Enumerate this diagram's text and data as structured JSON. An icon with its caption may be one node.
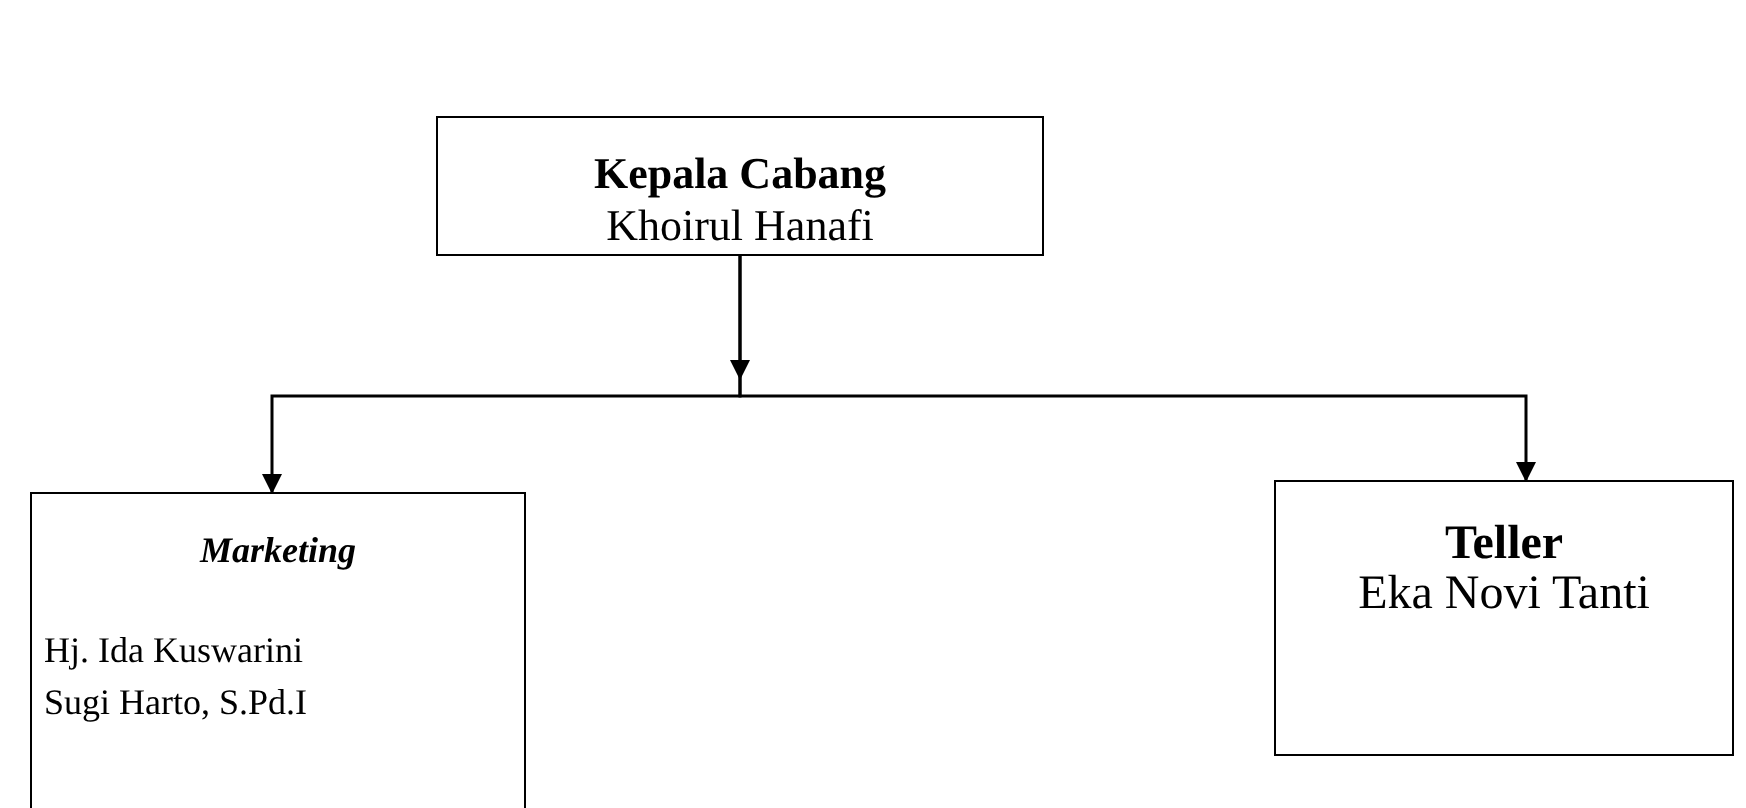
{
  "diagram": {
    "nodes": [
      {
        "text": [
          "Kepala Cabang",
          "Khoirul Hanafi"
        ]
      },
      {
        "text": [
          "Marketing",
          "Hj. Ida Kuswarini",
          "Sugi Harto, S.Pd.I"
        ]
      },
      {
        "text": [
          "Teller",
          "Eka Novi Tanti"
        ]
      }
    ],
    "edges": [
      {
        "from": 0,
        "to": 1,
        "arrow": "to"
      },
      {
        "from": 0,
        "to": 2,
        "arrow": "to"
      }
    ]
  }
}
